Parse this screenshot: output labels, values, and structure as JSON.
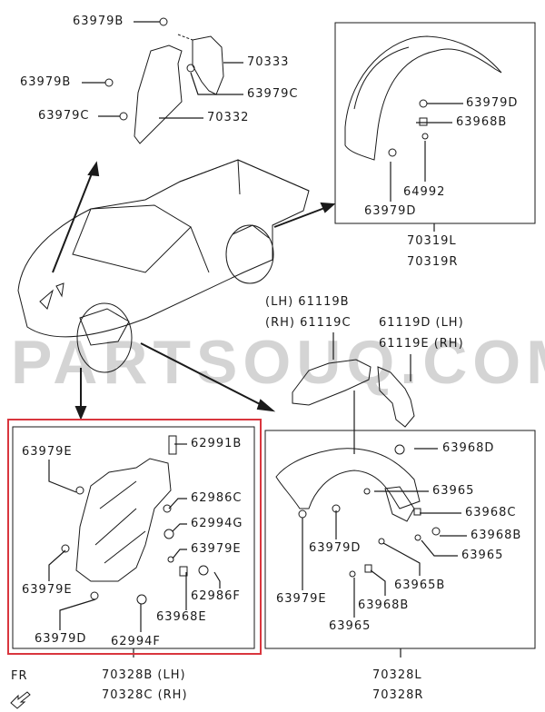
{
  "watermark": "PARTSOUQ.COM",
  "direction_label": "FR",
  "colors": {
    "highlight_box": "#d9363e",
    "line": "#1a1a1a",
    "watermark": "#a0a0a0"
  },
  "top_left_group": {
    "labels": [
      "63979B",
      "63979B",
      "63979C",
      "70333",
      "63979C",
      "70332"
    ]
  },
  "rear_group": {
    "labels": [
      "63979D",
      "63968B",
      "64992",
      "63979D"
    ],
    "assembly": [
      "70319L",
      "70319R"
    ]
  },
  "splash_group": {
    "labels": [
      "(LH) 61119B",
      "(RH) 61119C",
      "61119D (LH)",
      "61119E (RH)"
    ]
  },
  "front_left_group": {
    "labels": [
      "63979E",
      "62991B",
      "62986C",
      "62994G",
      "63979E",
      "63979E",
      "62986F",
      "63968E",
      "63979D",
      "62994F"
    ],
    "assembly": [
      "70328B (LH)",
      "70328C (RH)"
    ]
  },
  "front_right_group": {
    "labels": [
      "63968D",
      "63965",
      "63968C",
      "63968B",
      "63965",
      "63979D",
      "63965B",
      "63979E",
      "63968B",
      "63965"
    ],
    "assembly": [
      "70328L",
      "70328R"
    ]
  }
}
